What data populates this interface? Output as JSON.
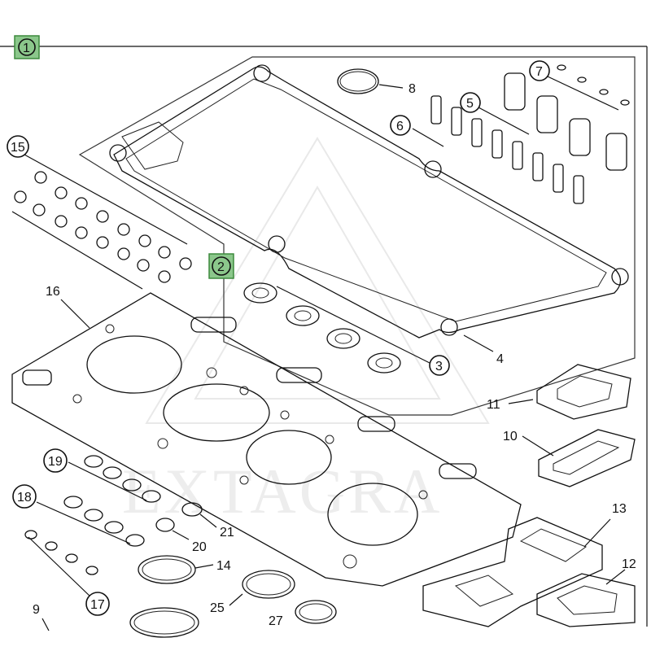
{
  "assembly_callouts": {
    "main": "1",
    "sub": "2"
  },
  "part_numbers": {
    "p3": "3",
    "p4": "4",
    "p5": "5",
    "p6": "6",
    "p7": "7",
    "p8": "8",
    "p9": "9",
    "p10": "10",
    "p11": "11",
    "p12": "12",
    "p13": "13",
    "p14": "14",
    "p15": "15",
    "p16": "16",
    "p17": "17",
    "p18": "18",
    "p19": "19",
    "p20": "20",
    "p21": "21",
    "p25": "25",
    "p27": "27"
  },
  "watermark": {
    "text": "EXTAGRA"
  },
  "colors": {
    "highlight": "#8bc78b",
    "line": "#111111",
    "background": "#ffffff"
  }
}
